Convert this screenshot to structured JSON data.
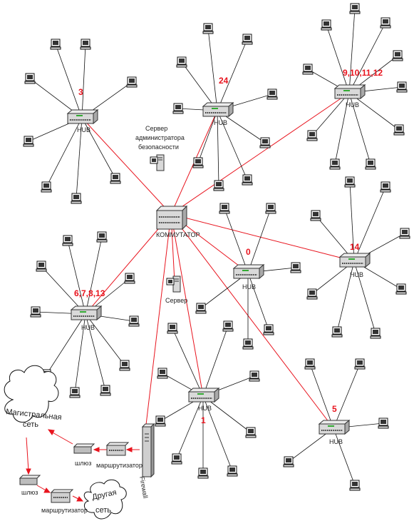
{
  "labels": {
    "hub": "HUB",
    "switch": "КОММУТАТОР",
    "server": "Сервер",
    "security_server": [
      "Сервер",
      "администратора",
      "безопасности"
    ],
    "firewall": "Firewall",
    "gateway": "шлюз",
    "router": "маршрутизатор",
    "backbone": [
      "Магистральная",
      "сеть"
    ],
    "other_net": [
      "Другая",
      "сеть"
    ]
  },
  "hub_numbers": [
    "3",
    "24",
    "9,10,11,12",
    "0",
    "14",
    "6,7,8,13",
    "1",
    "5"
  ],
  "colors": {
    "link": "#e8141e",
    "line": "#111111",
    "device": "#d9d9d9"
  }
}
